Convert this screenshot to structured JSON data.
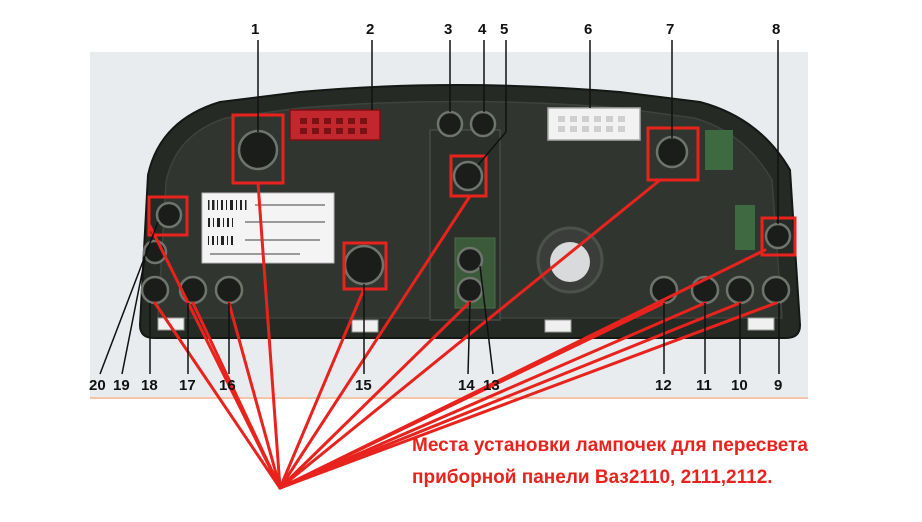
{
  "labels_top": [
    "1",
    "2",
    "3",
    "4",
    "5",
    "6",
    "7",
    "8"
  ],
  "labels_bottom": [
    "20",
    "19",
    "18",
    "17",
    "16",
    "15",
    "14",
    "13",
    "12",
    "11",
    "10",
    "9"
  ],
  "caption": {
    "line1": "Места установки лампочек для пересвета",
    "line2": "приборной панели Ваз2110, 2111,2112."
  },
  "colors": {
    "highlight": "#e8231d",
    "caption": "#e8231d",
    "board": "#262a25",
    "connector_red": "#c1272d",
    "connector_white": "#f2f2f2",
    "label_block": "#f4f4f4"
  }
}
